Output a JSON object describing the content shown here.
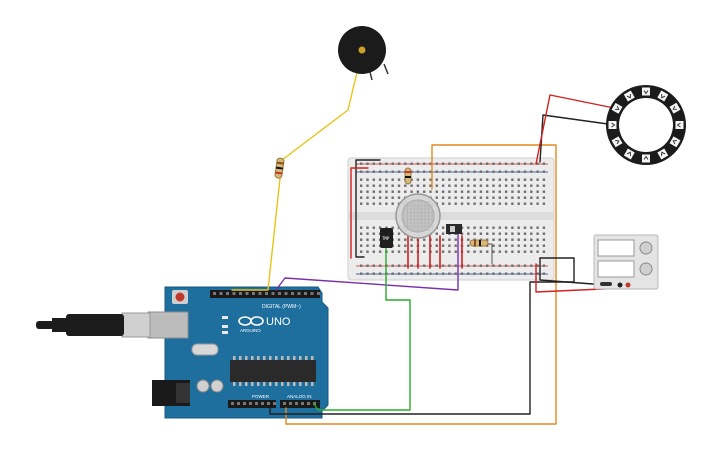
{
  "arduino": {
    "logo_text": "UNO",
    "brand_text": "ARDUINO",
    "digital_label": "DIGITAL (PWM~)",
    "power_label": "POWER",
    "analog_label": "ANALOG IN",
    "board_color": "#1f6f9e"
  },
  "components": {
    "buzzer": "piezo-buzzer",
    "gas_sensor": "gas-sensor",
    "neopixel_ring": "led-ring",
    "power_supply": "power-supply",
    "temp_sensor": "temperature-sensor",
    "slide_switch": "slide-switch"
  },
  "wires": {
    "red": "#d42020",
    "black": "#222222",
    "orange": "#e08a1e",
    "yellow": "#e8c41a",
    "purple": "#7b2fa8",
    "green": "#2aa82a"
  }
}
